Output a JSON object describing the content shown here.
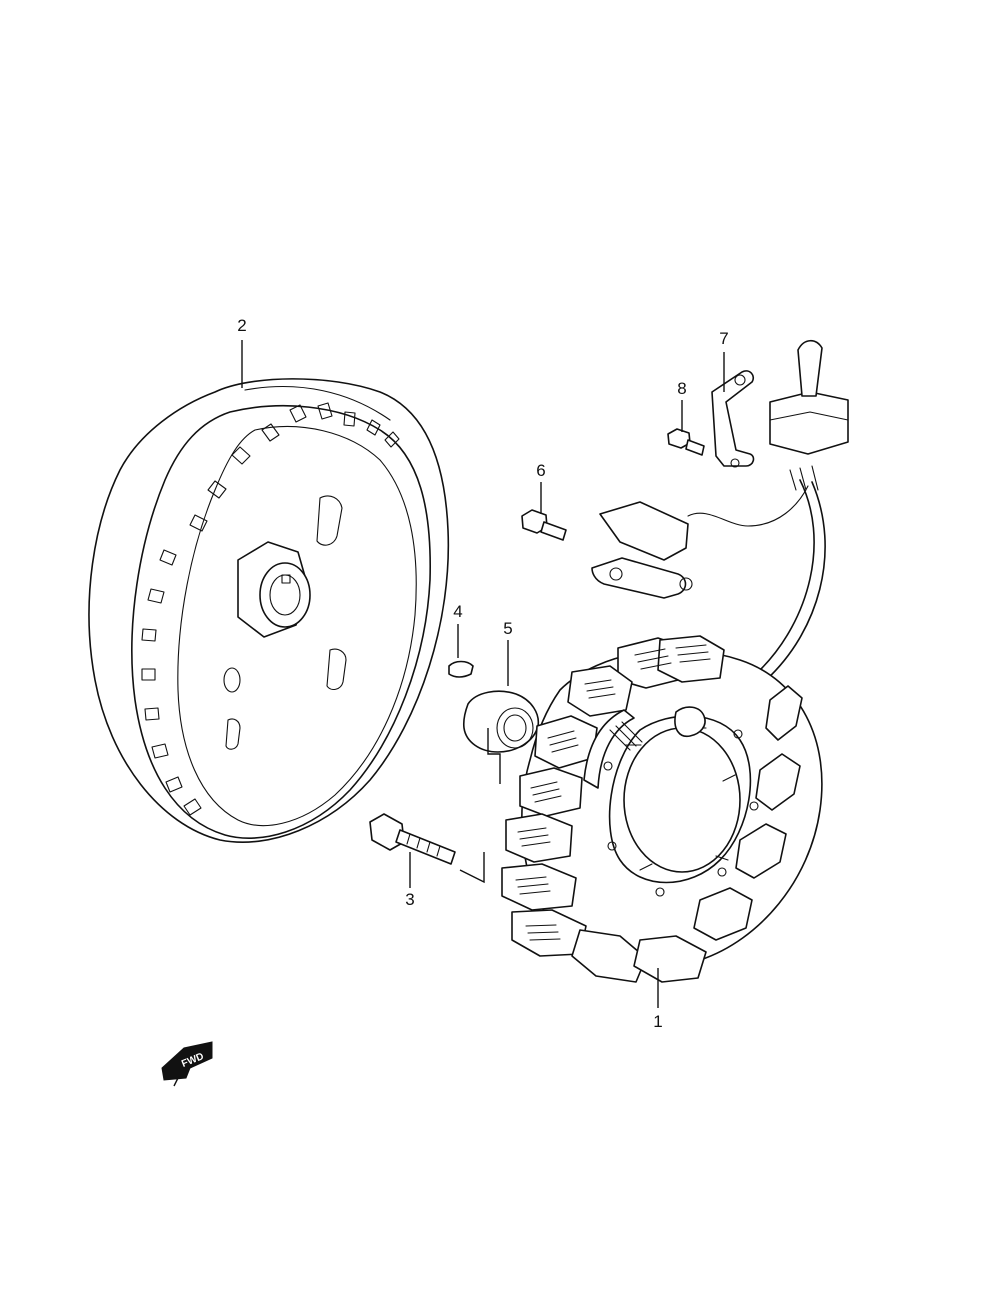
{
  "callouts": [
    {
      "id": "1",
      "label": "1"
    },
    {
      "id": "2",
      "label": "2"
    },
    {
      "id": "3",
      "label": "3"
    },
    {
      "id": "4",
      "label": "4"
    },
    {
      "id": "5",
      "label": "5"
    },
    {
      "id": "6",
      "label": "6"
    },
    {
      "id": "7",
      "label": "7"
    },
    {
      "id": "8",
      "label": "8"
    }
  ],
  "fwd_badge": {
    "text": "FWD"
  },
  "icons": {
    "fwd": "fwd-arrow-icon"
  }
}
